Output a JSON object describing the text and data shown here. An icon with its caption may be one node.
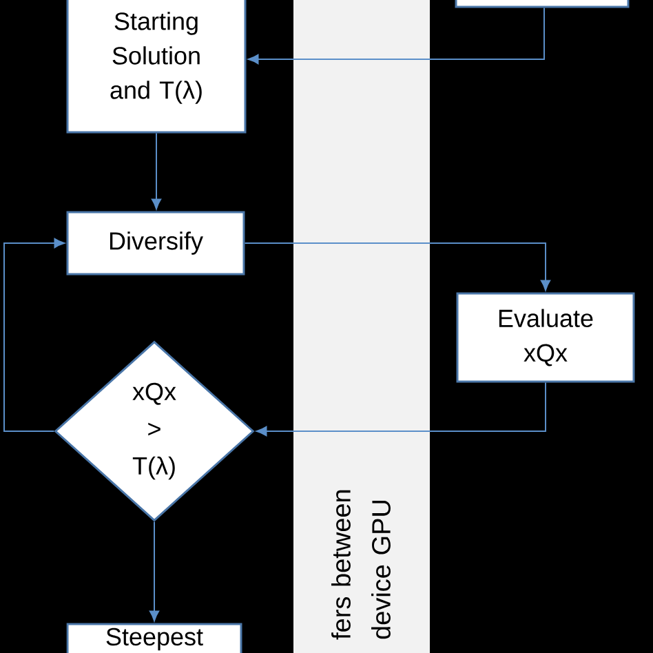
{
  "diagram": {
    "nodes": [
      {
        "text": [],
        "shape": "box"
      },
      {
        "text": [
          "Starting Solution and T(λ)"
        ]
      },
      {
        "text": [
          "Diversify"
        ]
      },
      {
        "text": [
          "Evaluate xQx"
        ]
      },
      {
        "text": [
          "xQx > T(λ)"
        ]
      },
      {
        "text": [
          "Steepest"
        ]
      }
    ],
    "edges": [
      {
        "from": 0,
        "to": 1,
        "arrow": "to"
      },
      {
        "from": 1,
        "to": 2,
        "arrow": "to"
      },
      {
        "from": 2,
        "to": 3,
        "arrow": "to"
      },
      {
        "from": 3,
        "to": 4,
        "arrow": "to"
      },
      {
        "from": 4,
        "to": 5,
        "arrow": "to"
      },
      {
        "from": 4,
        "to": 2,
        "arrow": "to"
      }
    ],
    "labels": [
      "fers between device GPU"
    ]
  }
}
